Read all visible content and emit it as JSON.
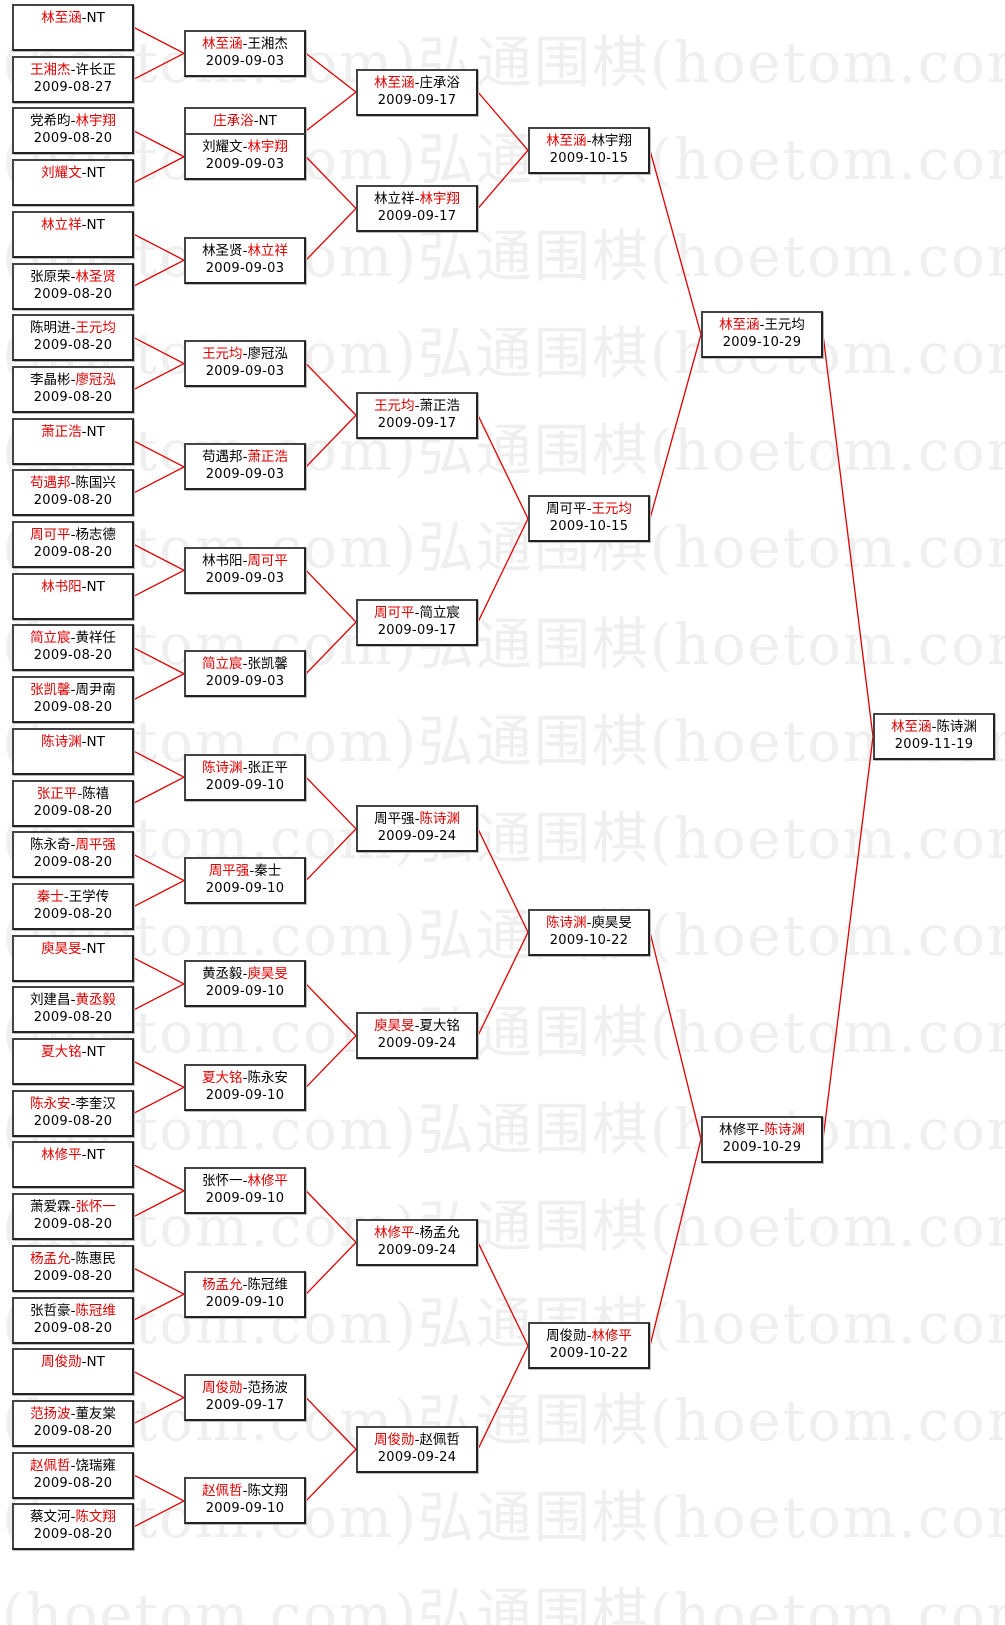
{
  "watermark_text": "弘通围棋(hoetom.com)",
  "rounds": [
    [
      {
        "p1": "林至涵",
        "p2": "NT",
        "winner": 1,
        "date": ""
      },
      {
        "p1": "王湘杰",
        "p2": "许长正",
        "winner": 1,
        "date": "2009-08-27"
      },
      {
        "p1": "党希昀",
        "p2": "林宇翔",
        "winner": 2,
        "date": "2009-08-20"
      },
      {
        "p1": "刘耀文",
        "p2": "NT",
        "winner": 1,
        "date": ""
      },
      {
        "p1": "林立祥",
        "p2": "NT",
        "winner": 1,
        "date": ""
      },
      {
        "p1": "张原荣",
        "p2": "林圣贤",
        "winner": 2,
        "date": "2009-08-20"
      },
      {
        "p1": "陈明进",
        "p2": "王元均",
        "winner": 2,
        "date": "2009-08-20"
      },
      {
        "p1": "李晶彬",
        "p2": "廖冠泓",
        "winner": 2,
        "date": "2009-08-20"
      },
      {
        "p1": "萧正浩",
        "p2": "NT",
        "winner": 1,
        "date": ""
      },
      {
        "p1": "苟遇邦",
        "p2": "陈国兴",
        "winner": 1,
        "date": "2009-08-20"
      },
      {
        "p1": "周可平",
        "p2": "杨志德",
        "winner": 1,
        "date": "2009-08-20"
      },
      {
        "p1": "林书阳",
        "p2": "NT",
        "winner": 1,
        "date": ""
      },
      {
        "p1": "简立宸",
        "p2": "黄祥任",
        "winner": 1,
        "date": "2009-08-20"
      },
      {
        "p1": "张凯馨",
        "p2": "周尹南",
        "winner": 1,
        "date": "2009-08-20"
      },
      {
        "p1": "陈诗渊",
        "p2": "NT",
        "winner": 1,
        "date": ""
      },
      {
        "p1": "张正平",
        "p2": "陈禧",
        "winner": 1,
        "date": "2009-08-20"
      },
      {
        "p1": "陈永奇",
        "p2": "周平强",
        "winner": 2,
        "date": "2009-08-20"
      },
      {
        "p1": "秦士",
        "p2": "王学传",
        "winner": 1,
        "date": "2009-08-20"
      },
      {
        "p1": "庾昊旻",
        "p2": "NT",
        "winner": 1,
        "date": ""
      },
      {
        "p1": "刘建昌",
        "p2": "黄丞毅",
        "winner": 2,
        "date": "2009-08-20"
      },
      {
        "p1": "夏大铭",
        "p2": "NT",
        "winner": 1,
        "date": ""
      },
      {
        "p1": "陈永安",
        "p2": "李奎汉",
        "winner": 1,
        "date": "2009-08-20"
      },
      {
        "p1": "林修平",
        "p2": "NT",
        "winner": 1,
        "date": ""
      },
      {
        "p1": "萧爱霖",
        "p2": "张怀一",
        "winner": 2,
        "date": "2009-08-20"
      },
      {
        "p1": "杨孟允",
        "p2": "陈惠民",
        "winner": 1,
        "date": "2009-08-20"
      },
      {
        "p1": "张哲豪",
        "p2": "陈冠维",
        "winner": 2,
        "date": "2009-08-20"
      },
      {
        "p1": "周俊勋",
        "p2": "NT",
        "winner": 1,
        "date": ""
      },
      {
        "p1": "范扬波",
        "p2": "董友棠",
        "winner": 1,
        "date": "2009-08-20"
      },
      {
        "p1": "赵佩哲",
        "p2": "饶瑞雍",
        "winner": 1,
        "date": "2009-08-20"
      },
      {
        "p1": "蔡文河",
        "p2": "陈文翔",
        "winner": 2,
        "date": "2009-08-20"
      }
    ],
    [
      {
        "p1": "林至涵",
        "p2": "王湘杰",
        "winner": 1,
        "date": "2009-09-03"
      },
      {
        "p1": "庄承浴",
        "p2": "NT",
        "winner": 1,
        "date": ""
      },
      {
        "p1": "刘耀文",
        "p2": "林宇翔",
        "winner": 2,
        "date": "2009-09-03"
      },
      {
        "p1": "林圣贤",
        "p2": "林立祥",
        "winner": 2,
        "date": "2009-09-03"
      },
      {
        "p1": "王元均",
        "p2": "廖冠泓",
        "winner": 1,
        "date": "2009-09-03"
      },
      {
        "p1": "苟遇邦",
        "p2": "萧正浩",
        "winner": 2,
        "date": "2009-09-03"
      },
      {
        "p1": "林书阳",
        "p2": "周可平",
        "winner": 2,
        "date": "2009-09-03"
      },
      {
        "p1": "简立宸",
        "p2": "张凯馨",
        "winner": 1,
        "date": "2009-09-03"
      },
      {
        "p1": "陈诗渊",
        "p2": "张正平",
        "winner": 1,
        "date": "2009-09-10"
      },
      {
        "p1": "周平强",
        "p2": "秦士",
        "winner": 1,
        "date": "2009-09-10"
      },
      {
        "p1": "黄丞毅",
        "p2": "庾昊旻",
        "winner": 2,
        "date": "2009-09-10"
      },
      {
        "p1": "夏大铭",
        "p2": "陈永安",
        "winner": 1,
        "date": "2009-09-10"
      },
      {
        "p1": "张怀一",
        "p2": "林修平",
        "winner": 2,
        "date": "2009-09-10"
      },
      {
        "p1": "杨孟允",
        "p2": "陈冠维",
        "winner": 1,
        "date": "2009-09-10"
      },
      {
        "p1": "周俊勋",
        "p2": "范扬波",
        "winner": 1,
        "date": "2009-09-17"
      },
      {
        "p1": "赵佩哲",
        "p2": "陈文翔",
        "winner": 1,
        "date": "2009-09-10"
      }
    ],
    [
      {
        "p1": "林至涵",
        "p2": "庄承浴",
        "winner": 1,
        "date": "2009-09-17"
      },
      {
        "p1": "林立祥",
        "p2": "林宇翔",
        "winner": 2,
        "date": "2009-09-17"
      },
      {
        "p1": "王元均",
        "p2": "萧正浩",
        "winner": 1,
        "date": "2009-09-17"
      },
      {
        "p1": "周可平",
        "p2": "简立宸",
        "winner": 1,
        "date": "2009-09-17"
      },
      {
        "p1": "周平强",
        "p2": "陈诗渊",
        "winner": 2,
        "date": "2009-09-24"
      },
      {
        "p1": "庾昊旻",
        "p2": "夏大铭",
        "winner": 1,
        "date": "2009-09-24"
      },
      {
        "p1": "林修平",
        "p2": "杨孟允",
        "winner": 1,
        "date": "2009-09-24"
      },
      {
        "p1": "周俊勋",
        "p2": "赵佩哲",
        "winner": 1,
        "date": "2009-09-24"
      }
    ],
    [
      {
        "p1": "林至涵",
        "p2": "林宇翔",
        "winner": 1,
        "date": "2009-10-15"
      },
      {
        "p1": "周可平",
        "p2": "王元均",
        "winner": 2,
        "date": "2009-10-15"
      },
      {
        "p1": "陈诗渊",
        "p2": "庾昊旻",
        "winner": 1,
        "date": "2009-10-22"
      },
      {
        "p1": "周俊勋",
        "p2": "林修平",
        "winner": 2,
        "date": "2009-10-22"
      }
    ],
    [
      {
        "p1": "林至涵",
        "p2": "王元均",
        "winner": 1,
        "date": "2009-10-29"
      },
      {
        "p1": "林修平",
        "p2": "陈诗渊",
        "winner": 2,
        "date": "2009-10-29"
      }
    ],
    [
      {
        "p1": "林至涵",
        "p2": "陈诗渊",
        "winner": 1,
        "date": "2009-11-19"
      }
    ]
  ]
}
